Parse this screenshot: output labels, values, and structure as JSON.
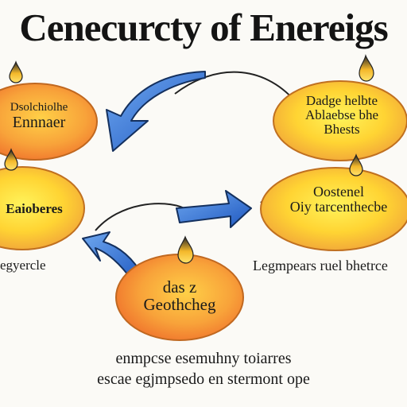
{
  "title": "Cenecurcty of Enereigs",
  "nodes": {
    "top_left": {
      "lines": [
        "Dsolchiolhe",
        "Ennnaer"
      ]
    },
    "mid_left": {
      "lines": [
        "Eaioberes"
      ]
    },
    "top_right": {
      "lines": [
        "Dadge helbte",
        "Ablaebse bhe",
        "Bhests"
      ]
    },
    "mid_right": {
      "lines": [
        "Oostenel",
        "Oiy tarcenthecbe"
      ]
    },
    "bottom": {
      "lines": [
        "das z",
        "Geothcheg"
      ]
    }
  },
  "side_labels": {
    "left": "egyercle",
    "right": "Legmpears ruel bhetrce"
  },
  "caption": {
    "line1": "enmpcse esemuhny toiarres",
    "line2": "escae egjmpsedo en stermont ope"
  },
  "colors": {
    "ellipse_outer": "#f0a23a",
    "ellipse_inner": "#ffd33a",
    "ellipse_stroke": "#c07020",
    "arrow_blue": "#2f6fd0",
    "arrow_dark": "#14305e",
    "curve": "#222222",
    "text": "#1a1a1a"
  }
}
